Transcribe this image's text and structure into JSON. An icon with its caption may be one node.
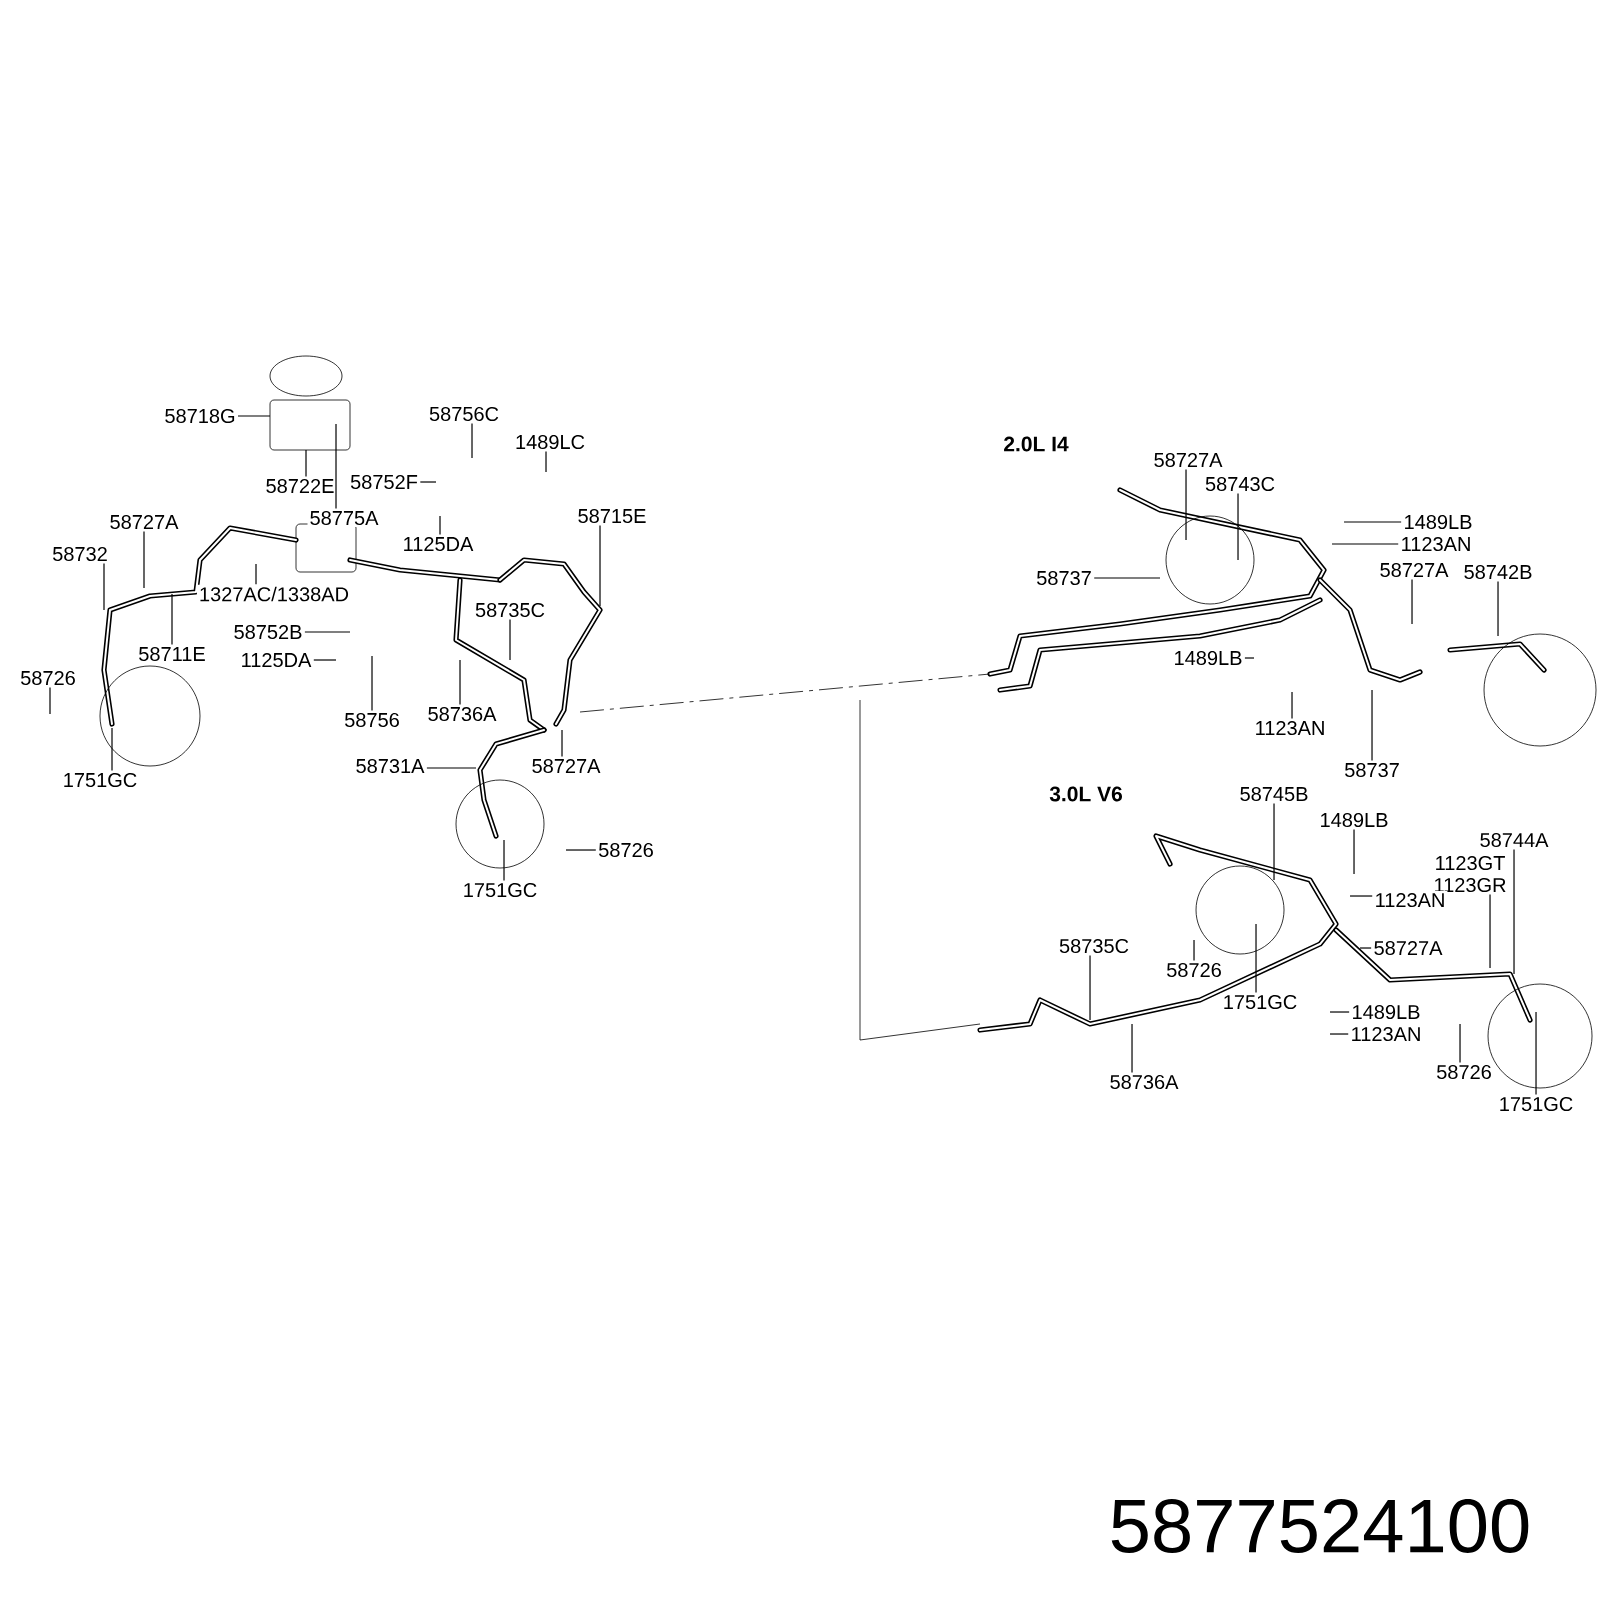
{
  "diagram": {
    "nodes": [
      {
        "text": [
          "58718G"
        ]
      },
      {
        "text": [
          "58722E"
        ]
      },
      {
        "text": [
          "58775A"
        ]
      },
      {
        "text": [
          "58756C"
        ]
      },
      {
        "text": [
          "1489LC"
        ]
      },
      {
        "text": [
          "58752F"
        ]
      },
      {
        "text": [
          "58715E"
        ]
      },
      {
        "text": [
          "1125DA"
        ]
      },
      {
        "text": [
          "58727A"
        ]
      },
      {
        "text": [
          "58732"
        ]
      },
      {
        "text": [
          "1327AC/1338AD"
        ]
      },
      {
        "text": [
          "58711E"
        ]
      },
      {
        "text": [
          "58752B"
        ]
      },
      {
        "text": [
          "58726"
        ]
      },
      {
        "text": [
          "1125DA"
        ]
      },
      {
        "text": [
          "58735C"
        ]
      },
      {
        "text": [
          "58756"
        ]
      },
      {
        "text": [
          "58736A"
        ]
      },
      {
        "text": [
          "1751GC"
        ]
      },
      {
        "text": [
          "58731A"
        ]
      },
      {
        "text": [
          "58727A"
        ]
      },
      {
        "text": [
          "58726"
        ]
      },
      {
        "text": [
          "1751GC"
        ]
      },
      {
        "text": [
          "58727A"
        ]
      },
      {
        "text": [
          "58743C"
        ]
      },
      {
        "text": [
          "1489LB"
        ]
      },
      {
        "text": [
          "58737"
        ]
      },
      {
        "text": [
          "1123AN"
        ]
      },
      {
        "text": [
          "58727A"
        ]
      },
      {
        "text": [
          "58742B"
        ]
      },
      {
        "text": [
          "1489LB"
        ]
      },
      {
        "text": [
          "1123AN"
        ]
      },
      {
        "text": [
          "58737"
        ]
      },
      {
        "text": [
          "58745B"
        ]
      },
      {
        "text": [
          "1489LB"
        ]
      },
      {
        "text": [
          "58744A"
        ]
      },
      {
        "text": [
          "1123GT",
          "1123GR"
        ]
      },
      {
        "text": [
          "1123AN"
        ]
      },
      {
        "text": [
          "58727A"
        ]
      },
      {
        "text": [
          "58735C"
        ]
      },
      {
        "text": [
          "58726"
        ]
      },
      {
        "text": [
          "1751GC"
        ]
      },
      {
        "text": [
          "1489LB"
        ]
      },
      {
        "text": [
          "1123AN"
        ]
      },
      {
        "text": [
          "58736A"
        ]
      },
      {
        "text": [
          "58726"
        ]
      },
      {
        "text": [
          "1751GC"
        ]
      }
    ],
    "edges": [
      {
        "from": 0,
        "to": null,
        "arrow": "none"
      },
      {
        "from": 1,
        "to": null,
        "arrow": "none"
      },
      {
        "from": 2,
        "to": null,
        "arrow": "none"
      },
      {
        "from": 3,
        "to": null,
        "arrow": "none"
      },
      {
        "from": 4,
        "to": null,
        "arrow": "none"
      },
      {
        "from": 5,
        "to": null,
        "arrow": "none"
      },
      {
        "from": 6,
        "to": null,
        "arrow": "none"
      },
      {
        "from": 7,
        "to": null,
        "arrow": "none"
      },
      {
        "from": 8,
        "to": null,
        "arrow": "none"
      },
      {
        "from": 9,
        "to": null,
        "arrow": "none"
      },
      {
        "from": 10,
        "to": null,
        "arrow": "none"
      },
      {
        "from": 11,
        "to": null,
        "arrow": "none"
      },
      {
        "from": 12,
        "to": null,
        "arrow": "none"
      },
      {
        "from": 13,
        "to": null,
        "arrow": "none"
      },
      {
        "from": 14,
        "to": null,
        "arrow": "none"
      },
      {
        "from": 15,
        "to": null,
        "arrow": "none"
      },
      {
        "from": 16,
        "to": null,
        "arrow": "none"
      },
      {
        "from": 17,
        "to": null,
        "arrow": "none"
      },
      {
        "from": 18,
        "to": null,
        "arrow": "none"
      },
      {
        "from": 19,
        "to": null,
        "arrow": "none"
      },
      {
        "from": 20,
        "to": null,
        "arrow": "none"
      },
      {
        "from": 21,
        "to": null,
        "arrow": "none"
      },
      {
        "from": 22,
        "to": null,
        "arrow": "none"
      },
      {
        "from": 23,
        "to": null,
        "arrow": "none"
      },
      {
        "from": 24,
        "to": null,
        "arrow": "none"
      },
      {
        "from": 25,
        "to": null,
        "arrow": "none"
      },
      {
        "from": 26,
        "to": null,
        "arrow": "none"
      },
      {
        "from": 27,
        "to": null,
        "arrow": "none"
      },
      {
        "from": 28,
        "to": null,
        "arrow": "none"
      },
      {
        "from": 29,
        "to": null,
        "arrow": "none"
      },
      {
        "from": 30,
        "to": null,
        "arrow": "none"
      },
      {
        "from": 31,
        "to": null,
        "arrow": "none"
      },
      {
        "from": 32,
        "to": null,
        "arrow": "none"
      },
      {
        "from": 33,
        "to": null,
        "arrow": "none"
      },
      {
        "from": 34,
        "to": null,
        "arrow": "none"
      },
      {
        "from": 35,
        "to": null,
        "arrow": "none"
      },
      {
        "from": 36,
        "to": null,
        "arrow": "none"
      },
      {
        "from": 37,
        "to": null,
        "arrow": "none"
      },
      {
        "from": 38,
        "to": null,
        "arrow": "none"
      },
      {
        "from": 39,
        "to": null,
        "arrow": "none"
      },
      {
        "from": 40,
        "to": null,
        "arrow": "none"
      },
      {
        "from": 41,
        "to": null,
        "arrow": "none"
      },
      {
        "from": 42,
        "to": null,
        "arrow": "none"
      },
      {
        "from": 43,
        "to": null,
        "arrow": "none"
      },
      {
        "from": 44,
        "to": null,
        "arrow": "none"
      },
      {
        "from": 45,
        "to": null,
        "arrow": "none"
      },
      {
        "from": 46,
        "to": null,
        "arrow": "none"
      }
    ],
    "labels": [
      "2.0L I4",
      "3.0L V6",
      "5877524100"
    ]
  }
}
